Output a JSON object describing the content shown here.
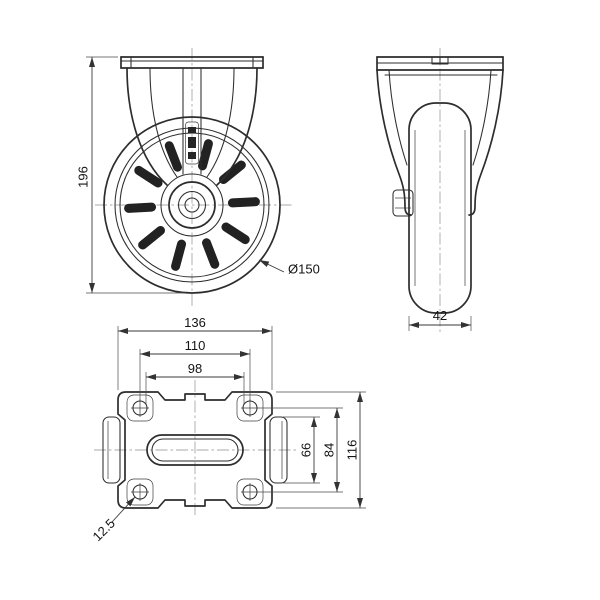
{
  "drawing": {
    "front_view": {
      "overall_height": "196",
      "wheel_diameter": "Ø150"
    },
    "side_view": {
      "wheel_width": "42"
    },
    "top_view": {
      "plate_width": "136",
      "hole_pitch_outer": "110",
      "hole_pitch_inner": "98",
      "cutout_height": "66",
      "hole_pitch_vertical": "84",
      "plate_depth": "116",
      "hole_diameter": "12.5"
    }
  }
}
